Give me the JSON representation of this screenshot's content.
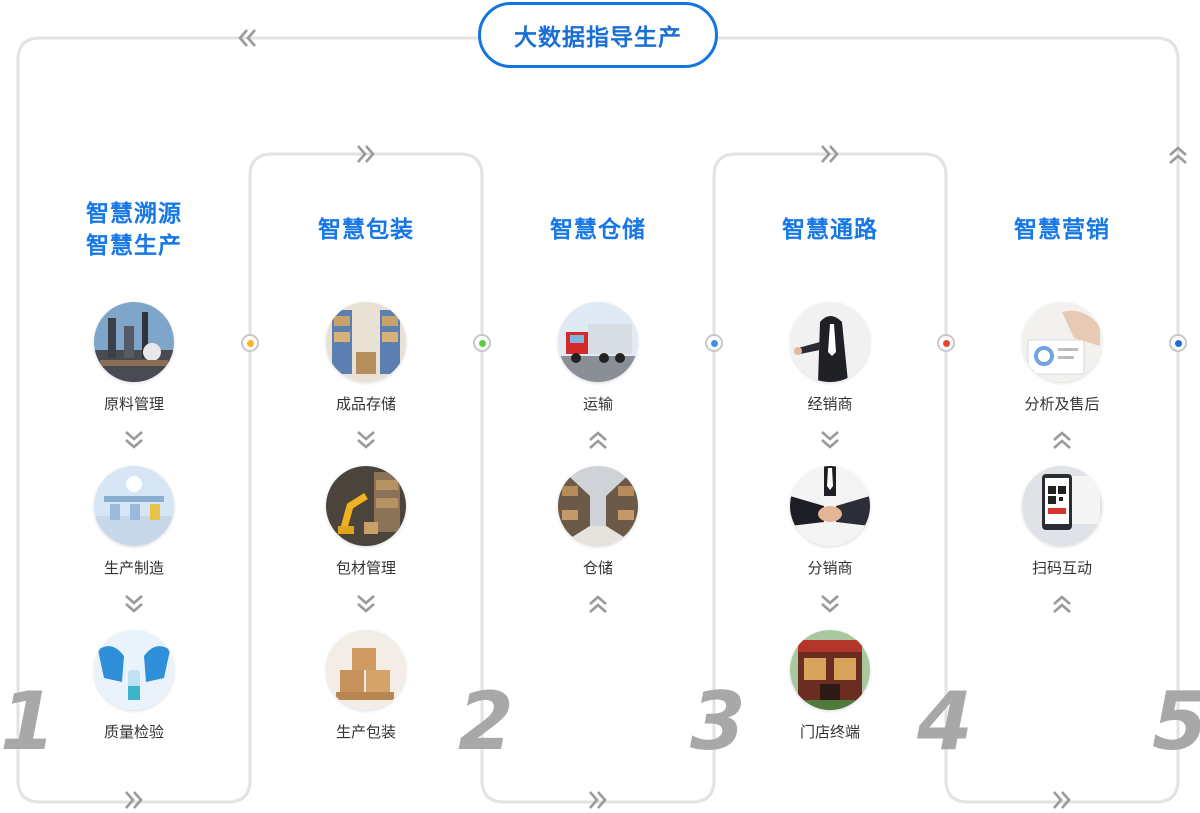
{
  "header": {
    "title": "大数据指导生产"
  },
  "columns": [
    {
      "id": 1,
      "number": "1",
      "title_lines": [
        "智慧溯源",
        "智慧生产"
      ],
      "direction": "down",
      "steps": [
        {
          "label": "原料管理",
          "icon": "steel-plant-icon"
        },
        {
          "label": "生产制造",
          "icon": "factory-line-icon"
        },
        {
          "label": "质量检验",
          "icon": "lab-gloves-icon"
        }
      ]
    },
    {
      "id": 2,
      "number": "2",
      "title_lines": [
        "智慧包装"
      ],
      "direction": "down",
      "steps": [
        {
          "label": "成品存储",
          "icon": "warehouse-shelves-icon"
        },
        {
          "label": "包材管理",
          "icon": "robot-arm-icon"
        },
        {
          "label": "生产包装",
          "icon": "cardboard-boxes-icon"
        }
      ]
    },
    {
      "id": 3,
      "number": "3",
      "title_lines": [
        "智慧仓储"
      ],
      "direction": "up",
      "steps": [
        {
          "label": "运输",
          "icon": "truck-icon"
        },
        {
          "label": "仓储",
          "icon": "warehouse-aisle-icon"
        }
      ]
    },
    {
      "id": 4,
      "number": "4",
      "title_lines": [
        "智慧通路"
      ],
      "direction": "down",
      "steps": [
        {
          "label": "经销商",
          "icon": "businessman-icon"
        },
        {
          "label": "分销商",
          "icon": "handshake-icon"
        },
        {
          "label": "门店终端",
          "icon": "storefront-icon"
        }
      ]
    },
    {
      "id": 5,
      "number": "5",
      "title_lines": [
        "智慧营销"
      ],
      "direction": "up",
      "steps": [
        {
          "label": "分析及售后",
          "icon": "analysis-chart-icon"
        },
        {
          "label": "扫码互动",
          "icon": "qr-phone-icon"
        }
      ]
    }
  ],
  "nodes": [
    {
      "name": "node-1-2",
      "color": "#f5b623"
    },
    {
      "name": "node-2-3",
      "color": "#5ccf3a"
    },
    {
      "name": "node-3-4",
      "color": "#3e8fe8"
    },
    {
      "name": "node-4-5",
      "color": "#e8452c"
    },
    {
      "name": "node-5-end",
      "color": "#1c6be0"
    }
  ],
  "colors": {
    "accent": "#1677e6",
    "line": "#e3e3e3",
    "chevron": "#9a9a9a",
    "number": "#a8a8a8"
  }
}
